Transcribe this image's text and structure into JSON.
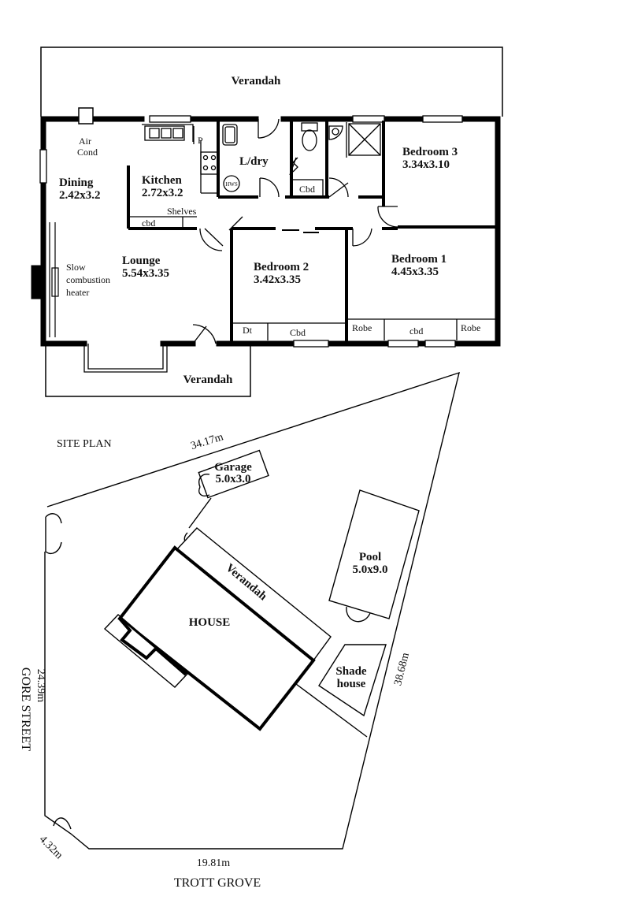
{
  "floor_plan": {
    "verandah_top": "Verandah",
    "verandah_bottom": "Verandah",
    "air_cond": [
      "Air",
      "Cond"
    ],
    "dining": {
      "name": "Dining",
      "size": "2.42x3.2"
    },
    "kitchen": {
      "name": "Kitchen",
      "size": "2.72x3.2"
    },
    "pantry": "P",
    "shelves": "Shelves",
    "kitchen_cbd": "cbd",
    "laundry": "L/dry",
    "hot_water": "HWS",
    "laundry_cbd": "Cbd",
    "bedroom3": {
      "name": "Bedroom 3",
      "size": "3.34x3.10"
    },
    "bedroom2": {
      "name": "Bedroom 2",
      "size": "3.42x3.35"
    },
    "bedroom1": {
      "name": "Bedroom 1",
      "size": "4.45x3.35"
    },
    "lounge": {
      "name": "Lounge",
      "size": "5.54x3.35"
    },
    "heater": [
      "Slow",
      "combustion",
      "heater"
    ],
    "bed2_dt": "Dt",
    "bed2_cbd": "Cbd",
    "robe_left": "Robe",
    "bed1_cbd": "cbd",
    "robe_right": "Robe"
  },
  "site_plan": {
    "title": "SITE PLAN",
    "top_boundary": "34.17m",
    "right_boundary": "38.68m",
    "left_boundary": "24.39m",
    "bottom_boundary": "19.81m",
    "corner_boundary": "4.32m",
    "left_street": "GORE STREET",
    "bottom_street": "TROTT GROVE",
    "garage": {
      "name": "Garage",
      "size": "5.0x3.0"
    },
    "pool": {
      "name": "Pool",
      "size": "5.0x9.0"
    },
    "house": "HOUSE",
    "verandah": "Verandah",
    "shade_house": [
      "Shade",
      "house"
    ]
  }
}
